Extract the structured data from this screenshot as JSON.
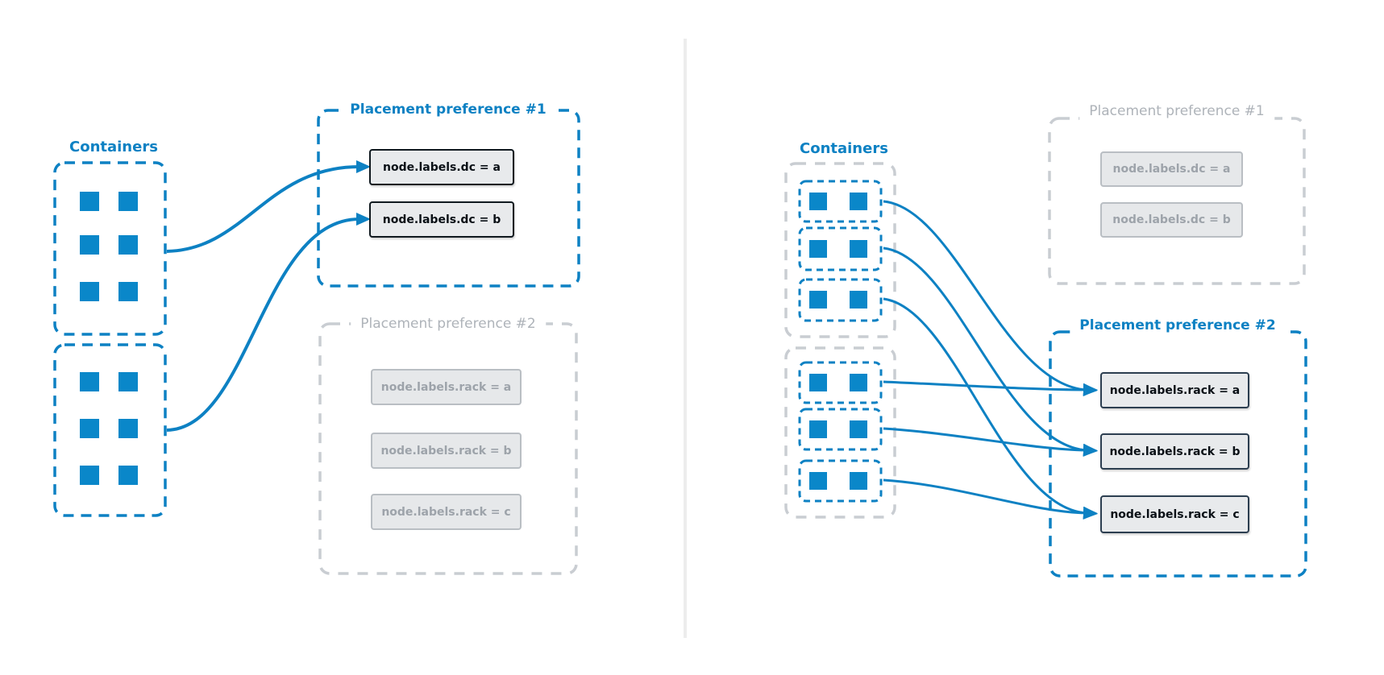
{
  "left_panel": {
    "containers_label": "Containers",
    "preference1": {
      "title": "Placement preference #1",
      "state": "active",
      "items": [
        "node.labels.dc = a",
        "node.labels.dc = b"
      ]
    },
    "preference2": {
      "title": "Placement preference #2",
      "state": "inactive",
      "items": [
        "node.labels.rack = a",
        "node.labels.rack = b",
        "node.labels.rack = c"
      ]
    }
  },
  "right_panel": {
    "containers_label": "Containers",
    "preference1": {
      "title": "Placement preference #1",
      "state": "inactive",
      "items": [
        "node.labels.dc = a",
        "node.labels.dc = b"
      ]
    },
    "preference2": {
      "title": "Placement preference #2",
      "state": "active",
      "items": [
        "node.labels.rack = a",
        "node.labels.rack = b",
        "node.labels.rack = c"
      ]
    }
  },
  "colors": {
    "accent_blue": "#0d81c3",
    "square_blue": "#0a87c9",
    "inactive_dash_gray": "#c9cdd2",
    "inactive_text_gray": "#9da3aa",
    "active_box_fill": "#e8eaec",
    "active_box_border_left": "#10191f",
    "active_box_border_right": "#2c3e50",
    "divider_gray": "#ededed"
  },
  "icons": {
    "container-icon": "filled-square"
  }
}
